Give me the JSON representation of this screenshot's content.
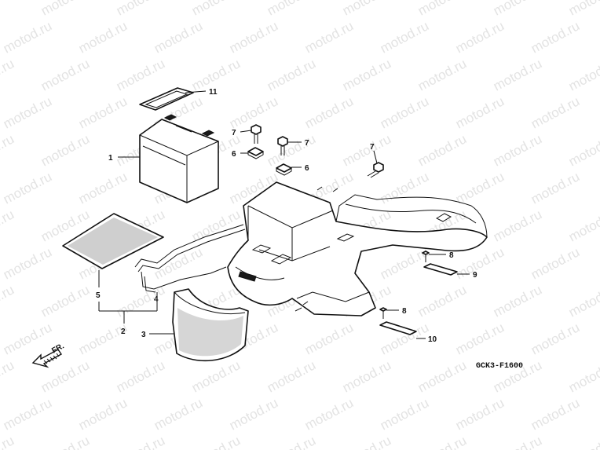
{
  "watermark_text": "motod.ru",
  "callouts": {
    "c1": "1",
    "c2": "2",
    "c3": "3",
    "c4": "4",
    "c5": "5",
    "c6a": "6",
    "c6b": "6",
    "c7a": "7",
    "c7b": "7",
    "c7c": "7",
    "c8a": "8",
    "c8b": "8",
    "c9": "9",
    "c10": "10",
    "c11": "11"
  },
  "direction_label": "FR.",
  "diagram_code": "GCK3-F1600",
  "colors": {
    "line": "#111111",
    "watermark": "#e3e3e3",
    "background": "#ffffff"
  }
}
